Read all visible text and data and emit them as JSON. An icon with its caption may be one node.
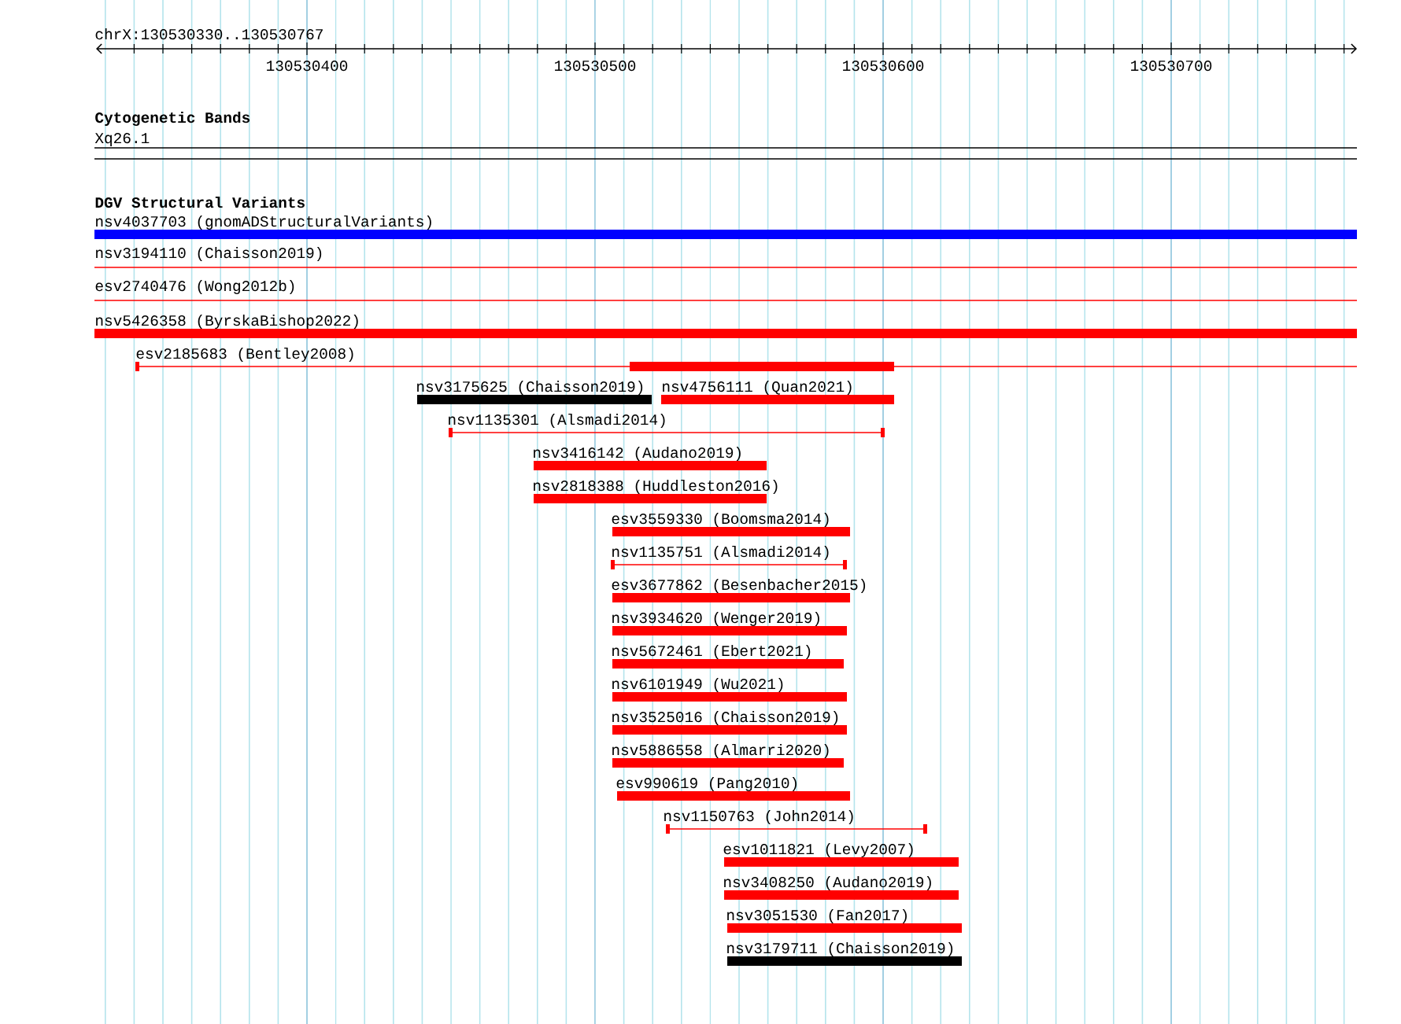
{
  "diagram": {
    "nodes": [
      {
        "text": [
          "nsv4037703 (gnomADStructuralVariants)"
        ]
      },
      {
        "text": [
          "nsv3194110 (Chaisson2019)"
        ]
      },
      {
        "text": [
          "esv2740476 (Wong2012b)"
        ]
      },
      {
        "text": [
          "nsv5426358 (ByrskaBishop2022)"
        ]
      },
      {
        "text": [
          "esv2185683 (Bentley2008)"
        ]
      },
      {
        "text": [
          "nsv3175625 (Chaisson2019)"
        ]
      },
      {
        "text": [
          "nsv4756111 (Quan2021)"
        ]
      },
      {
        "text": [
          "nsv1135301 (Alsmadi2014)"
        ]
      },
      {
        "text": [
          "nsv3416142 (Audano2019)"
        ]
      },
      {
        "text": [
          "nsv2818388 (Huddleston2016)"
        ]
      },
      {
        "text": [
          "esv3559330 (Boomsma2014)"
        ]
      },
      {
        "text": [
          "nsv1135751 (Alsmadi2014)"
        ]
      },
      {
        "text": [
          "esv3677862 (Besenbacher2015)"
        ]
      },
      {
        "text": [
          "nsv3934620 (Wenger2019)"
        ]
      },
      {
        "text": [
          "nsv5672461 (Ebert2021)"
        ]
      },
      {
        "text": [
          "nsv6101949 (Wu2021)"
        ]
      },
      {
        "text": [
          "nsv3525016 (Chaisson2019)"
        ]
      },
      {
        "text": [
          "nsv5886558 (Almarri2020)"
        ]
      },
      {
        "text": [
          "esv990619 (Pang2010)"
        ]
      },
      {
        "text": [
          "nsv1150763 (John2014)"
        ]
      },
      {
        "text": [
          "esv1011821 (Levy2007)"
        ]
      },
      {
        "text": [
          "nsv3408250 (Audano2019)"
        ]
      },
      {
        "text": [
          "nsv3051530 (Fan2017)"
        ]
      },
      {
        "text": [
          "nsv3179711 (Chaisson2019)"
        ]
      }
    ],
    "labels": [
      "chrX:130530330..130530767",
      "130530400",
      "130530500",
      "130530600",
      "130530700",
      "Cytogenetic Bands",
      "Xq26.1",
      "DGV Structural Variants"
    ]
  }
}
